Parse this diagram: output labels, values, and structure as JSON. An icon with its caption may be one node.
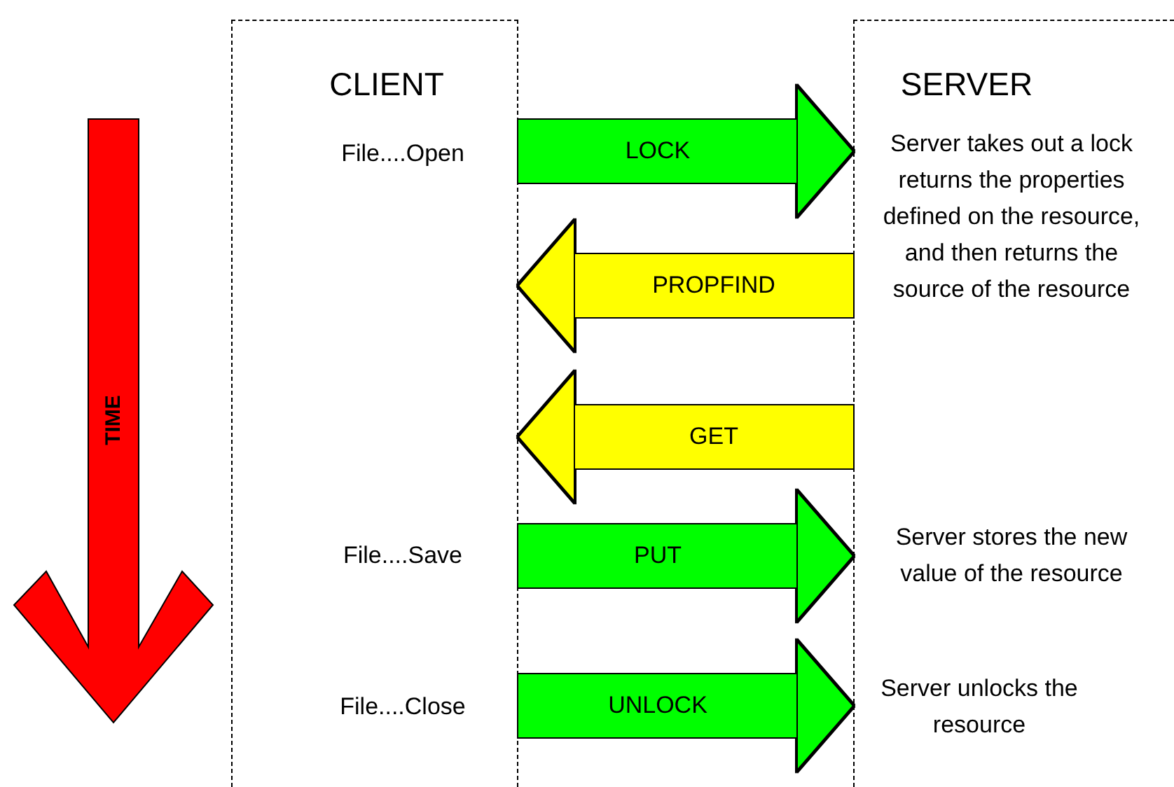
{
  "diagram": {
    "nodes": [
      {
        "text": [
          "TIME"
        ]
      },
      {
        "text": [
          "CLIENT"
        ]
      },
      {
        "text": [
          "SERVER"
        ]
      }
    ],
    "edges": [
      {
        "from": 1,
        "to": 2,
        "arrow": "to",
        "label": "LOCK",
        "color": "#00ff00"
      },
      {
        "from": 2,
        "to": 1,
        "arrow": "to",
        "label": "PROPFIND",
        "color": "#ffff00"
      },
      {
        "from": 2,
        "to": 1,
        "arrow": "to",
        "label": "GET",
        "color": "#ffff00"
      },
      {
        "from": 1,
        "to": 2,
        "arrow": "to",
        "label": "PUT",
        "color": "#00ff00"
      },
      {
        "from": 1,
        "to": 2,
        "arrow": "to",
        "label": "UNLOCK",
        "color": "#00ff00"
      }
    ],
    "labels": [
      "File....Open",
      "Server takes out a lock returns the properties defined on the resource, and then returns the source of the resource",
      "File....Save",
      "Server stores the new value of the resource",
      "File....Close",
      "Server unlocks the resource"
    ]
  }
}
